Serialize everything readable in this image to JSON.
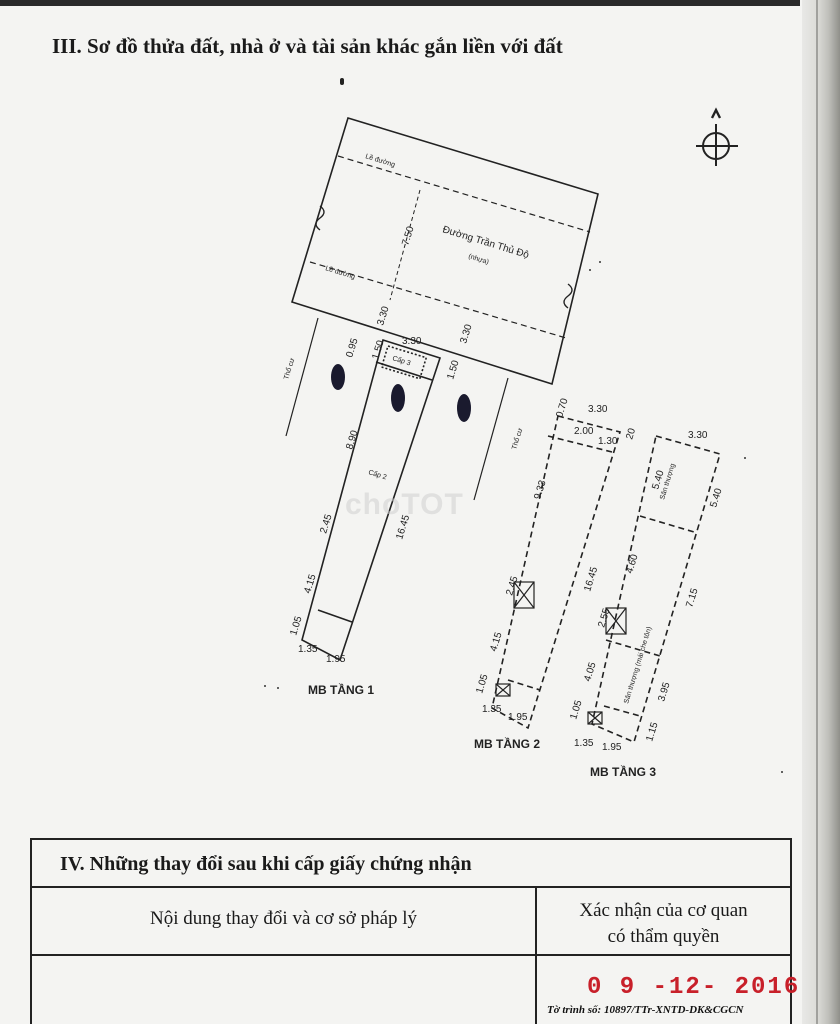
{
  "section_iii": {
    "title": "III. Sơ đồ thửa đất, nhà ở và tài sản khác gắn liền với đất"
  },
  "diagram": {
    "road": {
      "name": "Đường Trần Thủ Độ",
      "surface": "(nhựa)",
      "sidewalk": "Lề đường",
      "width": "7.50"
    },
    "neighbor_label": "Thổ cư",
    "floor1": {
      "label": "MB TẦNG 1",
      "dims": [
        "3.30",
        "3.30",
        "1.50",
        "0.95",
        "1.50",
        "3.30",
        "8.90",
        "2.45",
        "4.15",
        "1.05",
        "1.35",
        "1.95",
        "16.45"
      ],
      "level": "Cấp 2",
      "level_small": "Cấp 3"
    },
    "floor2": {
      "label": "MB TẦNG 2",
      "dims": [
        "0.70",
        "3.30",
        "2.00",
        "1.30",
        "20",
        "9.33",
        "2.45",
        "4.15",
        "1.05",
        "1.35",
        "1.95",
        "16.45"
      ]
    },
    "floor3": {
      "label": "MB TẦNG 3",
      "dims": [
        "3.30",
        "5.40",
        "5.40",
        "4.60",
        "2.55",
        "4.05",
        "1.05",
        "1.35",
        "1.95",
        "7.15",
        "3.95",
        "1.15"
      ],
      "terrace": "Sân thượng",
      "terrace2": "Sân thượng (mái che tôn)"
    },
    "watermark": "choTOT"
  },
  "section_iv": {
    "title": "IV. Những thay đổi sau khi cấp giấy chứng nhận",
    "col_content": "Nội dung thay đổi và cơ sở pháp lý",
    "col_confirm_line1": "Xác nhận của cơ quan",
    "col_confirm_line2": "có thẩm quyền",
    "stamp_date": "0 9 -12- 2016",
    "stamp_ref": "Tờ trình số: 10897/TTr-XNTD-DK&CGCN"
  }
}
